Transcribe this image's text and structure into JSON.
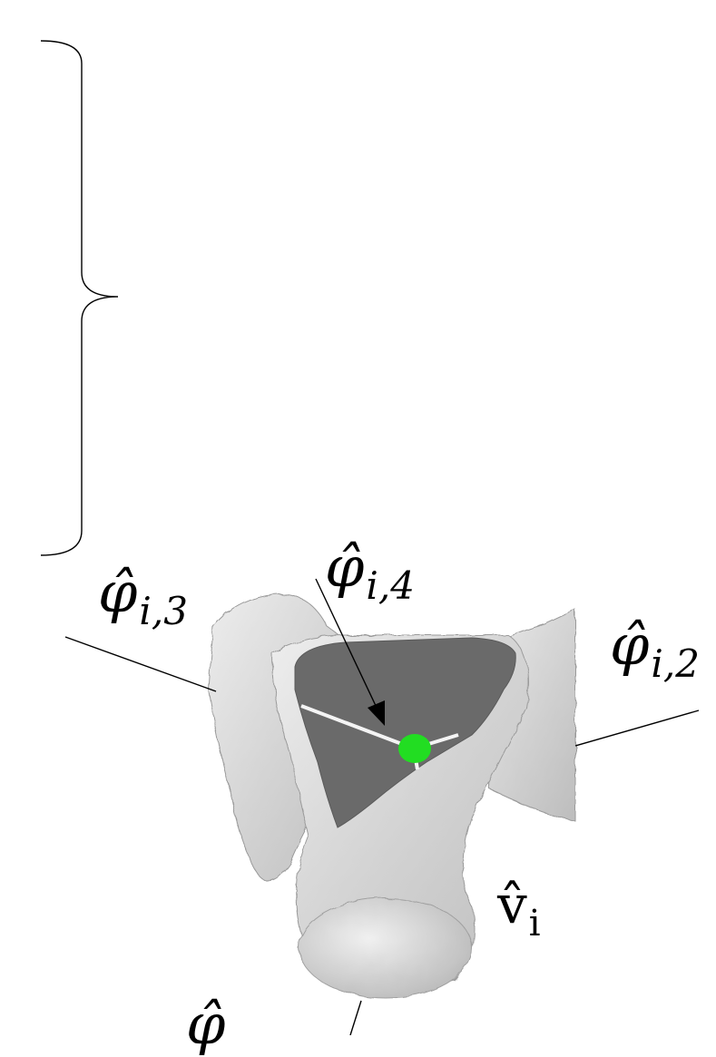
{
  "labels": {
    "phi_i3": {
      "base": "φ̂",
      "sub": "i,3"
    },
    "phi_i4": {
      "base": "φ̂",
      "sub": "i,4"
    },
    "phi_i2": {
      "base": "φ̂",
      "sub": "i,2"
    },
    "v_i": {
      "base": "v̂",
      "sub": "i"
    },
    "phi_bottom": {
      "base": "φ̂"
    }
  },
  "colors": {
    "vessel": "#d9d9d9",
    "cut_face": "#6a6a6a",
    "junction_point": "#22dd22",
    "leader_line": "#000000"
  }
}
